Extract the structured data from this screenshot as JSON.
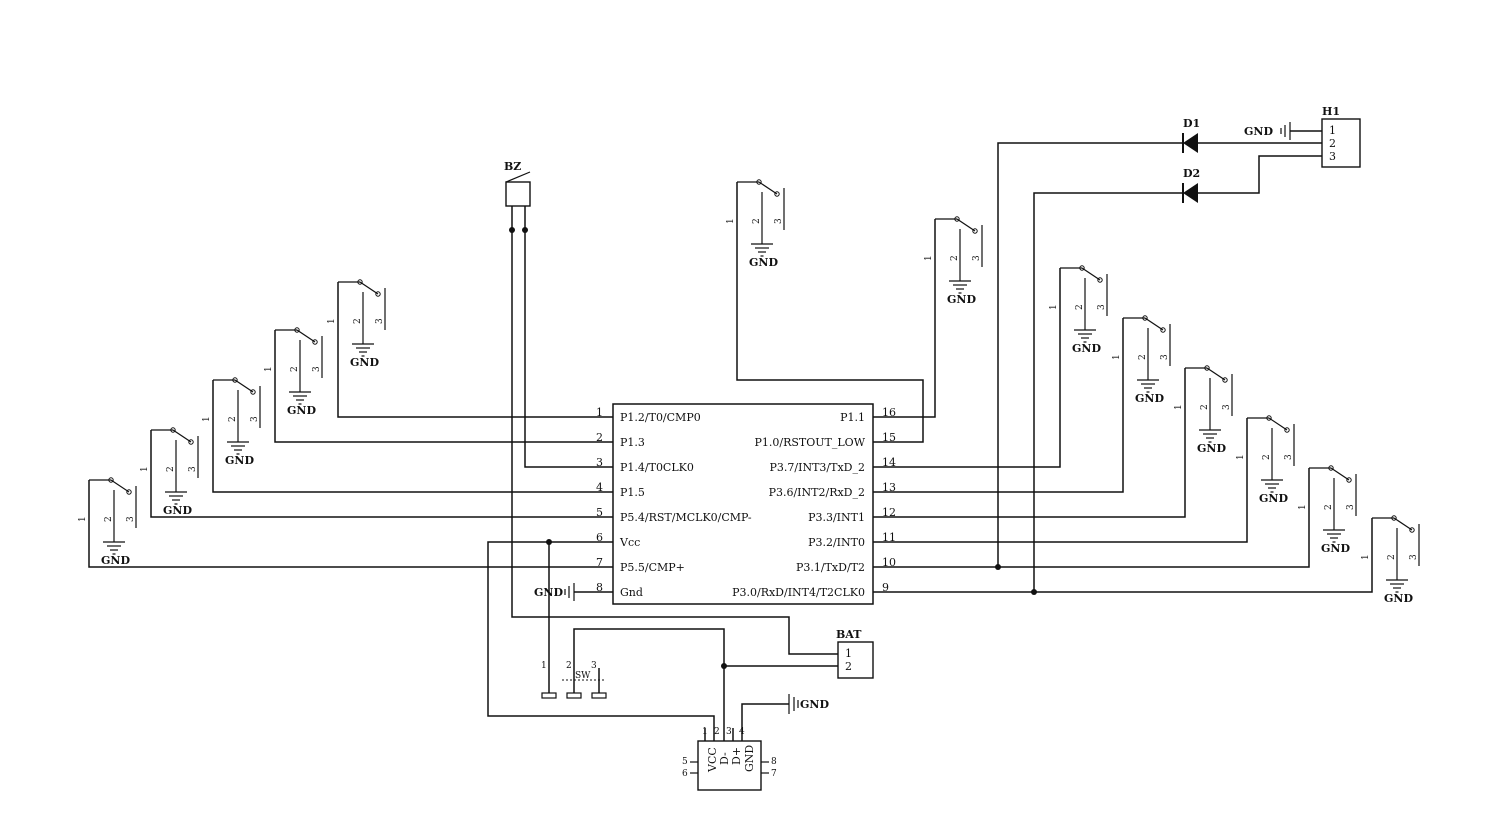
{
  "mcu": {
    "left_pins": [
      {
        "num": "1",
        "name": "P1.2/T0/CMP0"
      },
      {
        "num": "2",
        "name": "P1.3"
      },
      {
        "num": "3",
        "name": "P1.4/T0CLK0"
      },
      {
        "num": "4",
        "name": "P1.5"
      },
      {
        "num": "5",
        "name": "P5.4/RST/MCLK0/CMP-"
      },
      {
        "num": "6",
        "name": "Vcc"
      },
      {
        "num": "7",
        "name": "P5.5/CMP+"
      },
      {
        "num": "8",
        "name": "Gnd"
      }
    ],
    "right_pins": [
      {
        "num": "16",
        "name": "P1.1"
      },
      {
        "num": "15",
        "name": "P1.0/RSTOUT_LOW"
      },
      {
        "num": "14",
        "name": "P3.7/INT3/TxD_2"
      },
      {
        "num": "13",
        "name": "P3.6/INT2/RxD_2"
      },
      {
        "num": "12",
        "name": "P3.3/INT1"
      },
      {
        "num": "11",
        "name": "P3.2/INT0"
      },
      {
        "num": "10",
        "name": "P3.1/TxD/T2"
      },
      {
        "num": "9",
        "name": "P3.0/RxD/INT4/T2CLK0"
      }
    ]
  },
  "labels": {
    "gnd": "GND",
    "bz": "BZ",
    "bat": "BAT",
    "h1": "H1",
    "d1": "D1",
    "d2": "D2",
    "sw": "SW"
  },
  "switch_pins": [
    "1",
    "2",
    "3"
  ],
  "bat_pins": [
    "1",
    "2"
  ],
  "h1_pins": [
    "1",
    "2",
    "3"
  ],
  "usb": {
    "top_pins": [
      "1",
      "2",
      "3",
      "4"
    ],
    "names": [
      "VCC",
      "D-",
      "D+",
      "GND"
    ],
    "side_left": [
      "5",
      "6"
    ],
    "side_right": [
      "8",
      "7"
    ]
  }
}
